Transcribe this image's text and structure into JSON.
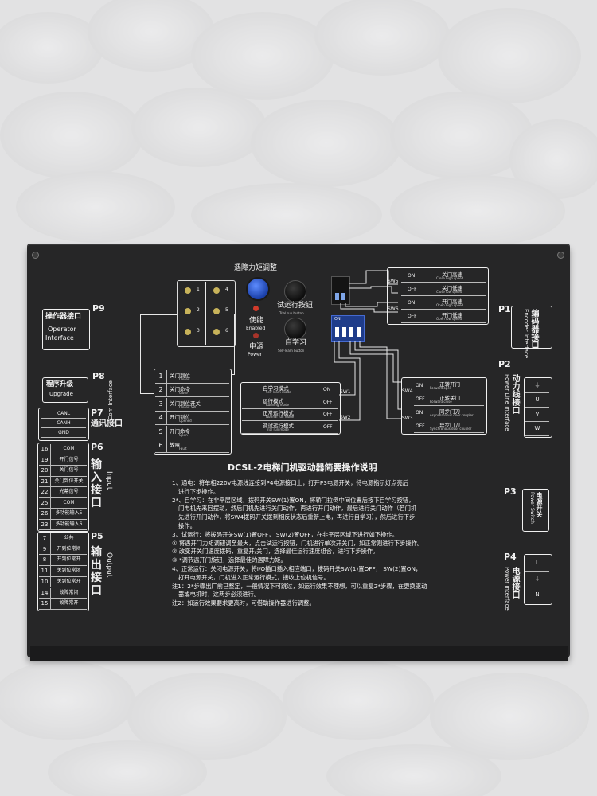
{
  "colors": {
    "panel": "#262627",
    "print": "#f2f2f2",
    "foam": "#e3e3e4",
    "led_red": "#d23b2b",
    "knob_blue": "#2b5fd9"
  },
  "top": {
    "torque_adjust": "遇障力矩调整",
    "enable_cn": "使能",
    "enable_en": "Enabled",
    "power_cn": "电源",
    "power_en": "Power",
    "trial_cn": "试运行按钮",
    "trial_en": "Trial run button",
    "learn_cn": "自学习",
    "learn_en": "Self-learn button"
  },
  "p9": {
    "port": "P9",
    "title_cn": "操作器接口",
    "title_en1": "Operator",
    "title_en2": "Interface"
  },
  "p8": {
    "port": "P8",
    "title_cn": "程序升级",
    "title_en": "Upgrade"
  },
  "p7": {
    "port": "P7",
    "cn": "通讯接口",
    "en": "Com Interface",
    "rows": [
      "CANL",
      "CANH",
      "GND"
    ]
  },
  "p6": {
    "port": "P6",
    "cn": "输入接口",
    "en": "Input",
    "rows": [
      {
        "n": "16",
        "l": "COM"
      },
      {
        "n": "19",
        "l": "开门信号"
      },
      {
        "n": "20",
        "l": "关门信号"
      },
      {
        "n": "21",
        "l": "关门到位开关"
      },
      {
        "n": "22",
        "l": "光幕信号"
      },
      {
        "n": "25",
        "l": "COM"
      },
      {
        "n": "26",
        "l": "多功能输入5"
      },
      {
        "n": "23",
        "l": "多功能输入6"
      }
    ]
  },
  "p5": {
    "port": "P5",
    "cn": "输出接口",
    "en": "Output",
    "rows": [
      {
        "n": "7",
        "l": "公共"
      },
      {
        "n": "9",
        "l": "开到位常闭"
      },
      {
        "n": "8",
        "l": "开到位常开"
      },
      {
        "n": "11",
        "l": "关到位常闭"
      },
      {
        "n": "10",
        "l": "关到位常开"
      },
      {
        "n": "14",
        "l": "故障常闭"
      },
      {
        "n": "15",
        "l": "故障常开"
      }
    ]
  },
  "status": {
    "rows": [
      {
        "n": "1",
        "cn": "关门到位",
        "en": "Closed"
      },
      {
        "n": "2",
        "cn": "关门命令",
        "en": "Close"
      },
      {
        "n": "3",
        "cn": "关门到位开关",
        "en": "Closed SW"
      },
      {
        "n": "4",
        "cn": "开门到位",
        "en": "Opened"
      },
      {
        "n": "5",
        "cn": "开门命令",
        "en": "Open"
      },
      {
        "n": "6",
        "cn": "故障",
        "en": "Fault"
      }
    ],
    "grid": [
      "1",
      "4",
      "2",
      "5",
      "3",
      "6"
    ]
  },
  "sw1": {
    "label": "SW1",
    "rows": [
      {
        "cn": "自学习模式",
        "en": "Self-learn mode",
        "v": "ON"
      },
      {
        "cn": "运行模式",
        "en": "Running mode",
        "v": "OFF"
      }
    ]
  },
  "sw2": {
    "label": "SW2",
    "rows": [
      {
        "cn": "正常运行模式",
        "en": "Normal run mode",
        "v": "OFF"
      },
      {
        "cn": "调试运行模式",
        "en": "Trial run mode",
        "v": "OFF"
      }
    ]
  },
  "sw56": {
    "sw5": "SW5",
    "sw6": "SW6",
    "rows": [
      {
        "v": "ON",
        "cn": "关门高速",
        "en": "Close high speed"
      },
      {
        "v": "OFF",
        "cn": "关门低速",
        "en": "Close low speed"
      },
      {
        "v": "ON",
        "cn": "开门高速",
        "en": "Open high speed"
      },
      {
        "v": "OFF",
        "cn": "开门低速",
        "en": "Open low speed"
      }
    ]
  },
  "sw34": {
    "sw4": "SW4",
    "sw3": "SW3",
    "rows": [
      {
        "v": "ON",
        "cn": "正转开门",
        "en": "Forward open"
      },
      {
        "v": "OFF",
        "cn": "正转关门",
        "en": "Forward close"
      },
      {
        "v": "ON",
        "cn": "同步门刀",
        "en": "Asynchronous door coupler"
      },
      {
        "v": "OFF",
        "cn": "异步门刀",
        "en": "Synchronous door coupler"
      }
    ]
  },
  "dip": {
    "on": "ON"
  },
  "p1": {
    "port": "P1",
    "cn": "编码器接口",
    "en": "Encoder Interface"
  },
  "p2": {
    "port": "P2",
    "cn": "动力线接口",
    "en": "Power Line Interface",
    "pins": [
      "⏚",
      "U",
      "V",
      "W"
    ]
  },
  "p3": {
    "port": "P3",
    "cn": "电源开关",
    "en": "Power Switch"
  },
  "p4": {
    "port": "P4",
    "cn": "电源接口",
    "en": "Power Interface",
    "pins": [
      "L",
      "⏚",
      "N"
    ]
  },
  "manual": {
    "title": "DCSL-2电梯门机驱动器简要操作说明",
    "lines": [
      "1、通电：将单相220V电源线连接到P4电源接口上，打开P3电源开关，待电源指示灯点亮后",
      "进行下步操作。",
      "2*、自学习：在非平层区域，拨码开关SW(1)置ON，将轿门拉倒中间位置后按下自学习按钮，",
      "门电机先来回摆动，然后门机先进行关门动作，再进行开门动作，最后进行关门动作（若门机",
      "先进行开门动作，将SW4拨码开关拨到相反状态后重新上电，再进行自学习），然后进行下步",
      "操作。",
      "3、试运行：将拨码开关SW(1)置OFF， SW(2)置OFF，在非平层区域下进行如下操作。",
      "① 将遇开门力矩调钮调至最大，点击试运行按钮，门机进行单次开关门，如正常则进行下步操作。",
      "② 改变开关门速度拨码，重复开/关门，选择最佳运行速度组合，进行下步操作。",
      "③ *调节遇开门旋钮，选择最佳的遇障力矩。",
      "4、正常运行：关闭电源开关，将I/O插口插入相应端口，拨码开关SW(1)置OFF， SW(2)置ON，",
      "打开电源开关，门机进入正常运行模式，接收上位机信号。",
      "注1：2*步骤出厂前已整定，一般情况下可跳过，如运行效果不理想，可以重复2*步骤，在更换驱动",
      "器或电机时，这两步必须进行。",
      "注2：如运行效果要求更高时，可借助操作器进行调整。"
    ]
  }
}
